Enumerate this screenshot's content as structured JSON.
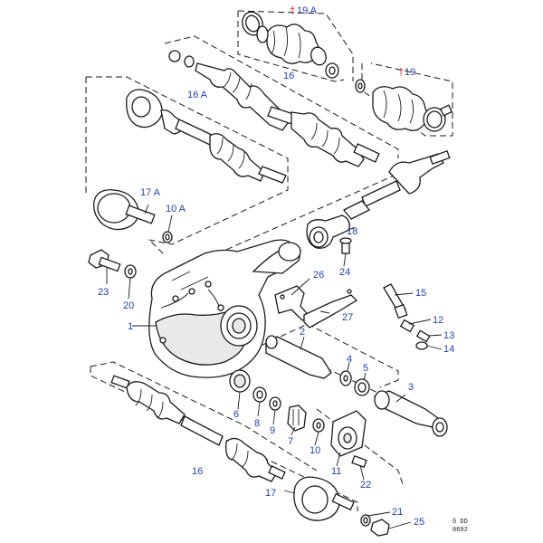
{
  "part_labels": {
    "p1": "1",
    "p2": "2",
    "p3": "3",
    "p4": "4",
    "p5": "5",
    "p6": "6",
    "p7": "7",
    "p8": "8",
    "p9": "9",
    "p10": "10",
    "p10a": "10 A",
    "p11": "11",
    "p12": "12",
    "p13": "13",
    "p14": "14",
    "p15": "15",
    "p16_top": "16",
    "p16a": "16 A",
    "p16_bot": "16",
    "p17": "17",
    "p17a": "17 A",
    "p18": "18",
    "p19": "19",
    "p19a": "19 A",
    "p20": "20",
    "p21": "21",
    "p22": "22",
    "p23": "23",
    "p24": "24",
    "p25": "25",
    "p26": "26",
    "p27": "27"
  },
  "change_marker": "†",
  "footer_code": {
    "line1": "б DD",
    "line2": "0692"
  },
  "colors": {
    "label_blue": "#1f3fb8",
    "marker_red": "#d21a1a",
    "line": "#1a1a1a"
  }
}
